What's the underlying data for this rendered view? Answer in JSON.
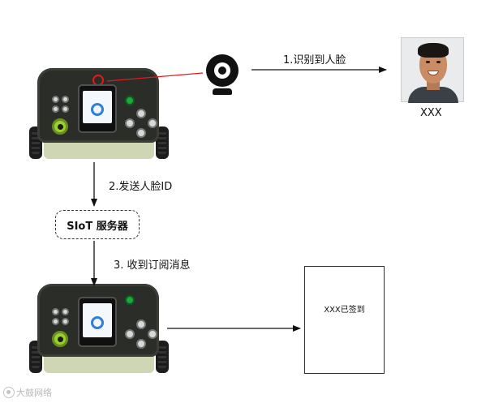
{
  "steps": {
    "step1": "1.识别到人脸",
    "step2": "2.发送人脸ID",
    "step3": "3.  收到订阅消息"
  },
  "server": {
    "label": "SIoT 服务器"
  },
  "person": {
    "name": "XXX"
  },
  "result_doc": {
    "text": "XXX已签到"
  },
  "watermark": {
    "text": "大鼓网络"
  },
  "colors": {
    "highlight_ring": "#e21b1b",
    "arrow": "#111111",
    "board_plate": "#2a2d28",
    "board_chassis": "#cfd6b4",
    "knob": "#9bd12f",
    "screen_logo": "#2f7fd6"
  },
  "icons": {
    "camera": "webcam-icon",
    "photo": "portrait-photo",
    "robot": "robot-board"
  }
}
